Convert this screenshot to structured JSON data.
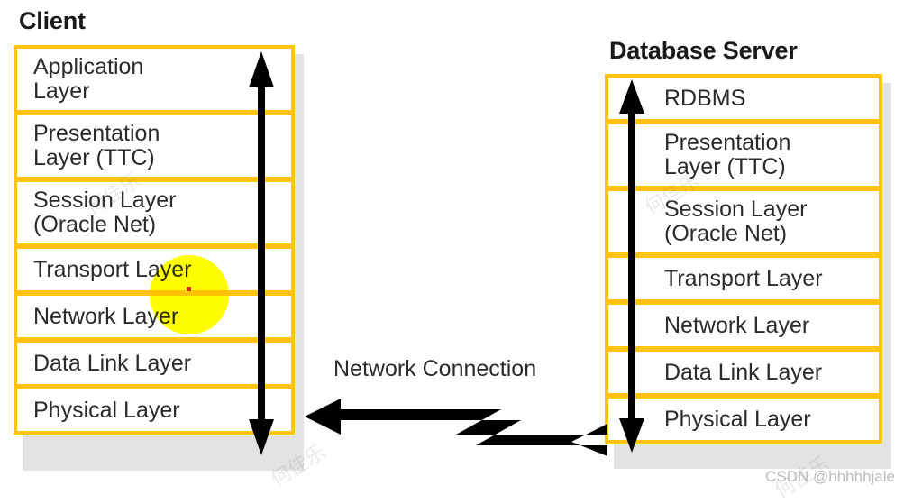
{
  "diagram": {
    "title_client": "Client",
    "title_server": "Database Server",
    "network_label": "Network Connection",
    "accent_color": "#ffc40d",
    "text_color": "#2b2b2b",
    "highlight_color": "#ffff00",
    "cursor_dot_color": "#d52b1e",
    "shadow_color": "#e3e3e3"
  },
  "client_stack": {
    "name": "Client",
    "arrow": "vertical-double-arrow",
    "layers": [
      {
        "label": "Application\nLayer",
        "lines": 2
      },
      {
        "label": "Presentation\nLayer (TTC)",
        "lines": 2
      },
      {
        "label": "Session Layer\n(Oracle Net)",
        "lines": 2
      },
      {
        "label": "Transport Layer",
        "lines": 1
      },
      {
        "label": "Network Layer",
        "lines": 1
      },
      {
        "label": "Data Link Layer",
        "lines": 1
      },
      {
        "label": "Physical Layer",
        "lines": 1
      }
    ]
  },
  "server_stack": {
    "name": "Database Server",
    "arrow": "vertical-double-arrow",
    "layers": [
      {
        "label": "RDBMS",
        "lines": 1
      },
      {
        "label": "Presentation\nLayer (TTC)",
        "lines": 2
      },
      {
        "label": "Session Layer\n(Oracle Net)",
        "lines": 2
      },
      {
        "label": "Transport Layer",
        "lines": 1
      },
      {
        "label": "Network Layer",
        "lines": 1
      },
      {
        "label": "Data Link Layer",
        "lines": 1
      },
      {
        "label": "Physical Layer",
        "lines": 1
      }
    ]
  },
  "watermarks": {
    "csdn": "CSDN @hhhhhjale",
    "diagonal": "何佳乐"
  }
}
